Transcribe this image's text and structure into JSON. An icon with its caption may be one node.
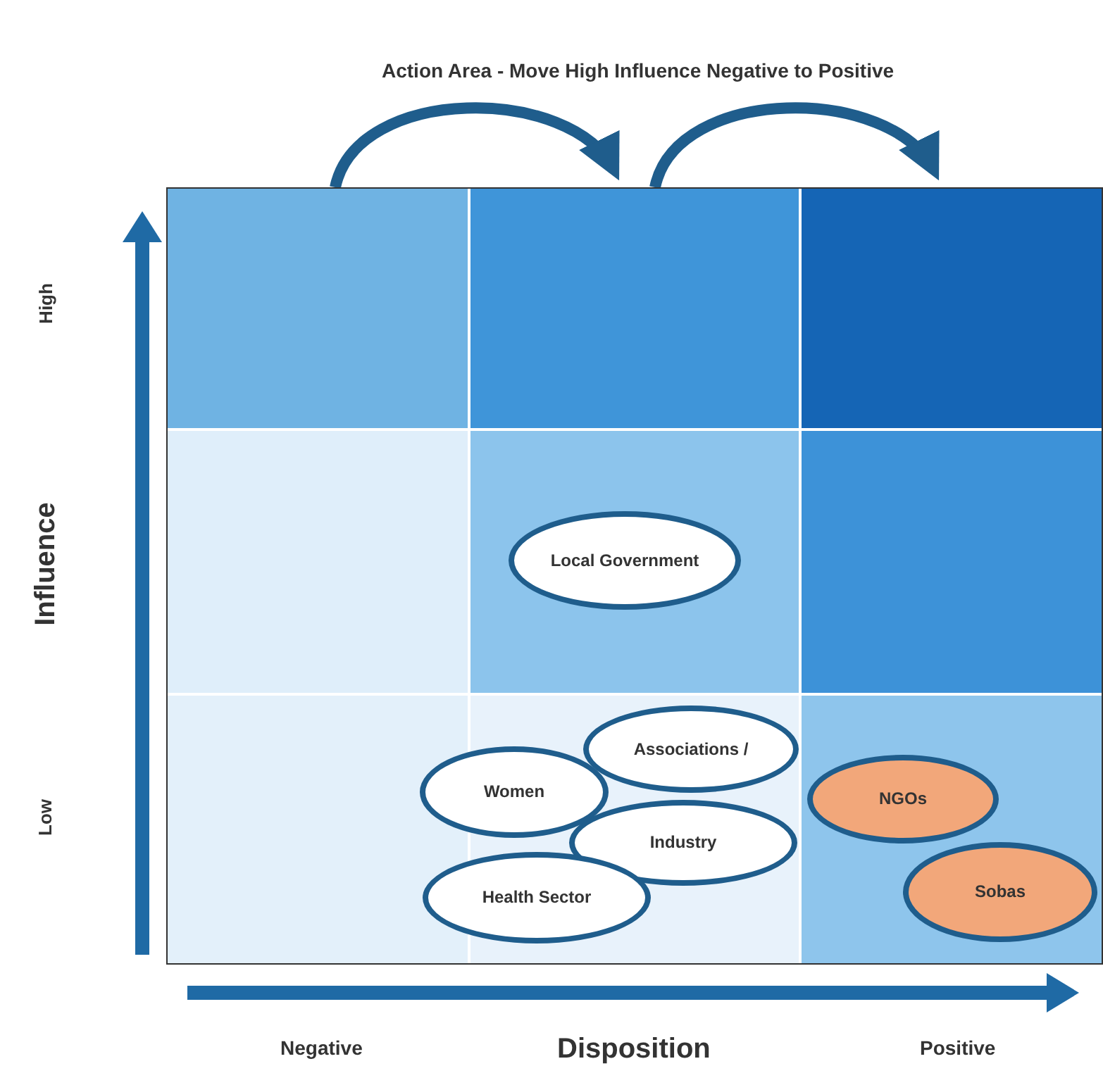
{
  "diagram": {
    "title": "Action Area - Move High Influence Negative to Positive",
    "nodes": [
      {
        "text": [],
        "shape": "box"
      },
      {
        "text": [],
        "shape": "box"
      },
      {
        "text": [],
        "shape": "box"
      },
      {
        "text": [],
        "shape": "box"
      },
      {
        "text": [],
        "shape": "box"
      },
      {
        "text": [],
        "shape": "box"
      },
      {
        "text": [],
        "shape": "box"
      },
      {
        "text": [],
        "shape": "box"
      },
      {
        "text": [],
        "shape": "box"
      },
      {
        "text": [
          "Local Government"
        ],
        "in": 4
      },
      {
        "text": [
          "Associations /"
        ],
        "in": 7
      },
      {
        "text": [
          "Women"
        ]
      },
      {
        "text": [
          "Industry"
        ],
        "in": 7
      },
      {
        "text": [
          "Health Sector"
        ]
      },
      {
        "text": [
          "NGOs"
        ],
        "in": 8
      },
      {
        "text": [
          "Sobas"
        ],
        "in": 8
      }
    ],
    "edges": [
      {
        "from": 0,
        "to": 1,
        "arrow": "to"
      },
      {
        "from": 1,
        "to": 2,
        "arrow": "to"
      }
    ],
    "labels": [
      "High",
      "Influence",
      "Low",
      "Negative",
      "Disposition",
      "Positive"
    ]
  }
}
